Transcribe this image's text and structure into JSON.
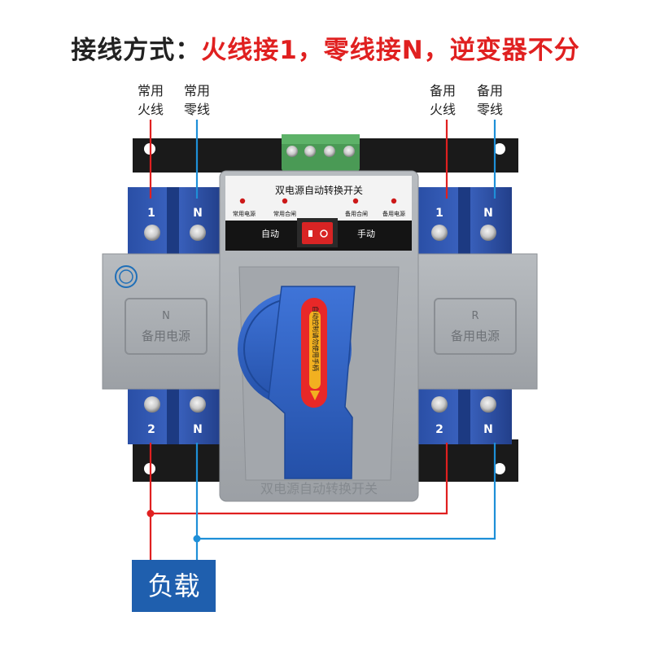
{
  "title": {
    "lead": "接线方式：",
    "emphasis": "火线接1，零线接N，逆变器不分"
  },
  "wire_labels": {
    "common_live": [
      "常用",
      "火线"
    ],
    "common_neutral": [
      "常用",
      "零线"
    ],
    "backup_live": [
      "备用",
      "火线"
    ],
    "backup_neutral": [
      "备用",
      "零线"
    ]
  },
  "panel": {
    "title": "双电源自动转换开关",
    "indicators": [
      "常用电源",
      "常用合闸",
      "备用合闸",
      "备用电源"
    ],
    "mode_auto": "自动",
    "mode_manual": "手动"
  },
  "terminals": {
    "top_left": [
      "1",
      "N"
    ],
    "top_right": [
      "1",
      "N"
    ],
    "bottom_left": [
      "2",
      "N"
    ],
    "bottom_right": [
      "2",
      "N"
    ]
  },
  "side_plates": {
    "left_letter": "N",
    "left_text": "备用电源",
    "right_letter": "R",
    "right_text": "备用电源"
  },
  "handle_warning": "自动控制请勿使用手柄",
  "bottom_emboss": "双电源自动转换开关",
  "load_label": "负载",
  "colors": {
    "live_wire": "#e02020",
    "neutral_wire": "#1e8fd8",
    "terminal_blue": "#2a4fa6",
    "housing_grey": "#a9adb1",
    "handle_blue": "#2c5fc0",
    "load_box": "#1f5fae"
  },
  "icons": [
    "ccc-mark-icon",
    "rocker-switch-icon",
    "indicator-led-icon",
    "terminal-screw-icon"
  ]
}
